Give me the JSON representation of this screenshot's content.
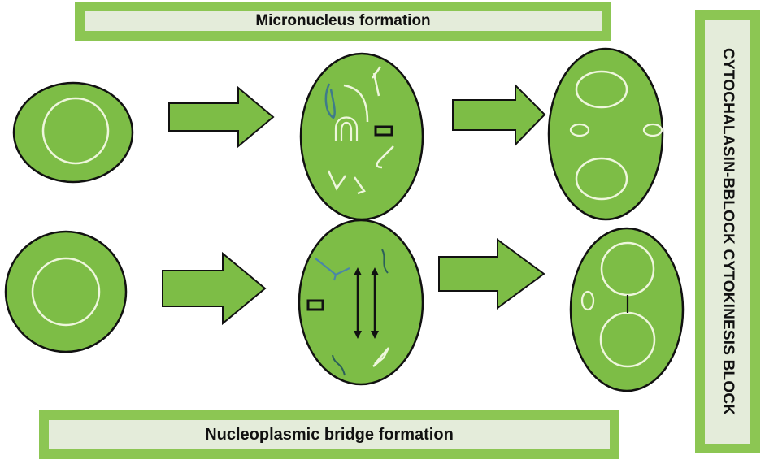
{
  "labels": {
    "top": "Micronucleus formation",
    "bottom": "Nucleoplasmic bridge formation",
    "side": "CYTOCHALASIN-BBLOCK CYTOKINESIS BLOCK"
  },
  "colors": {
    "cell_fill": "#7dbd46",
    "cell_outline": "#111111",
    "nucleus_outline": "#eef6dc",
    "box_border": "#8cc653",
    "box_fill": "#e4ecda",
    "chromosome_blue": "#3e7b8a",
    "chromosome_dark": "#2b5f5a"
  },
  "rows": [
    {
      "name": "micronucleus-pathway",
      "stages": [
        "mononucleated-cell",
        "anaphase-with-fragments",
        "binucleated-cell-with-micronuclei"
      ]
    },
    {
      "name": "nucleoplasmic-bridge-pathway",
      "stages": [
        "mononucleated-cell",
        "anaphase-with-dicentric",
        "binucleated-cell-with-bridge"
      ]
    }
  ]
}
